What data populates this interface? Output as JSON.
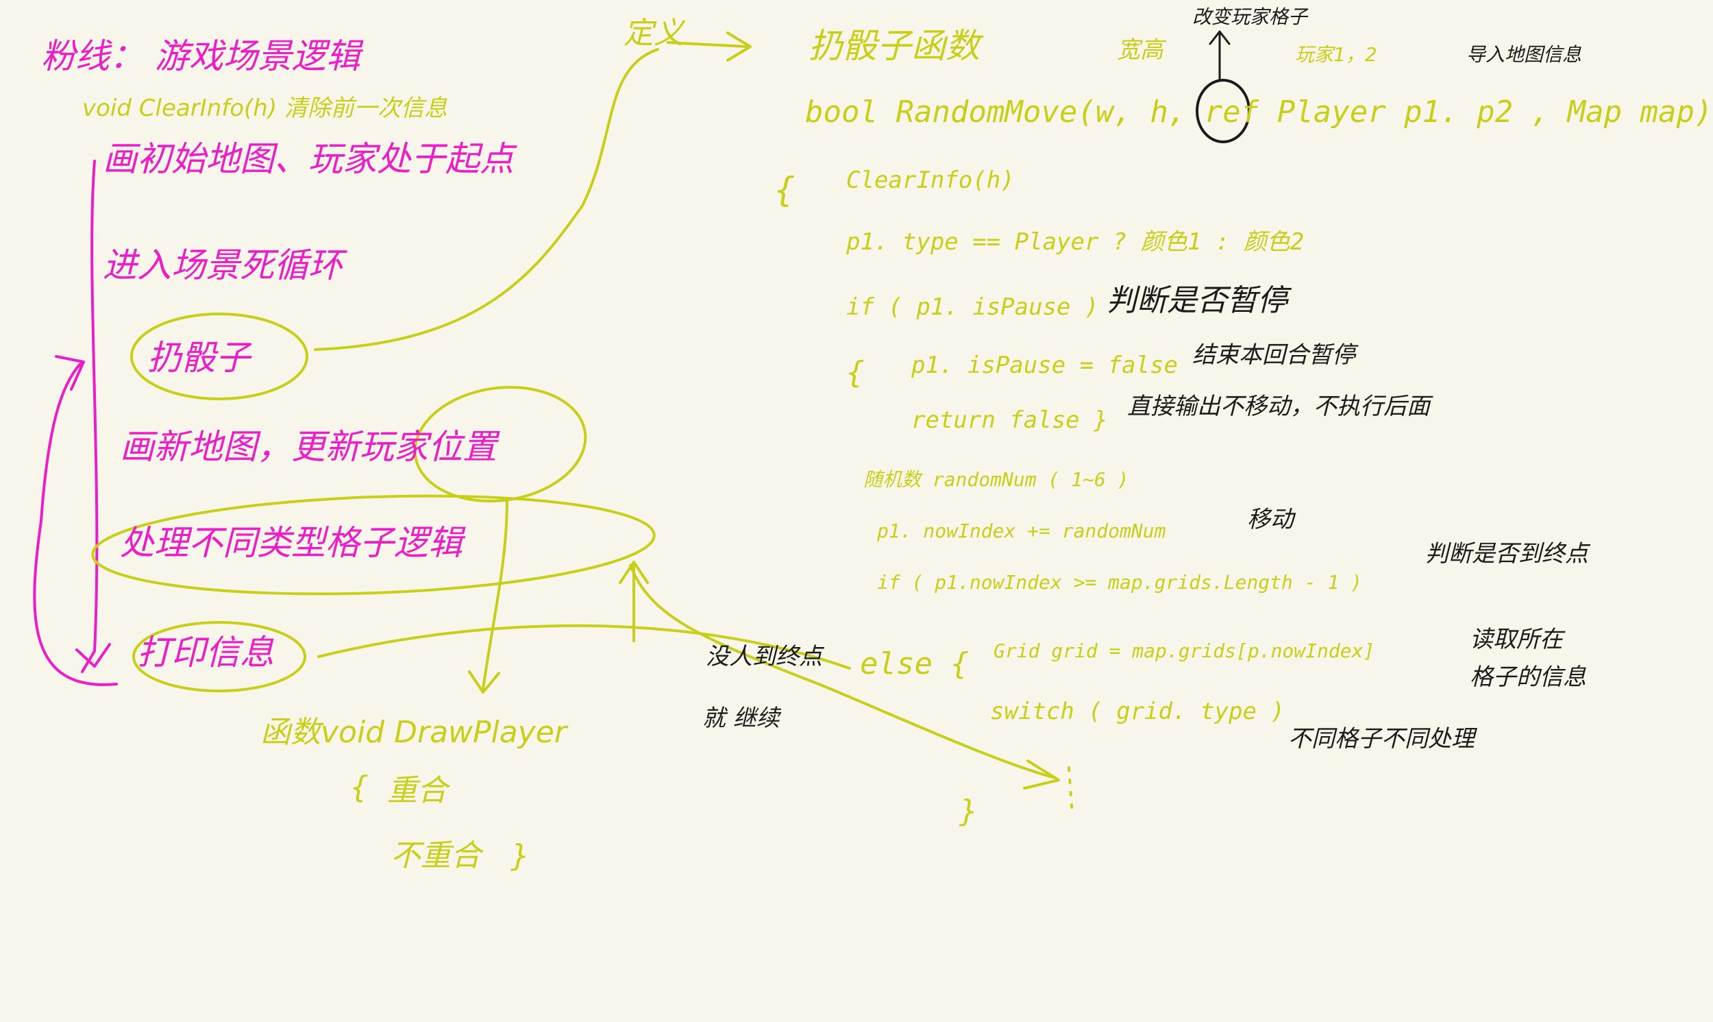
{
  "colors": {
    "magenta": "#ec1cc8",
    "yellow": "#c8cf18",
    "black": "#1b1b1b",
    "paper": "#f8f6ea"
  },
  "left": {
    "title": "粉线：  游戏场景逻辑",
    "clear_info": "void ClearInfo(h) 清除前一次信息",
    "draw_initial": "画初始地图、玩家处于起点",
    "enter_loop": "进入场景死循环",
    "roll_dice": "扔骰子",
    "redraw": "画新地图，更新玩家位置",
    "handle_grid": "处理不同类型格子逻辑",
    "print_info": "打印信息"
  },
  "bottom": {
    "draw_player": "函数void DrawPlayer",
    "brace_open": "{",
    "overlap": "重合",
    "not_overlap": "不重合",
    "brace_close": "}"
  },
  "middle": {
    "define": "定义",
    "not_end_1": "没人到终点",
    "not_end_2": "就 继续"
  },
  "right": {
    "dice_func": "扔骰子函数",
    "width_height": "宽高",
    "change_player_grid": "改变玩家格子",
    "players": "玩家1，2",
    "import_map": "导入地图信息",
    "signature": "bool  RandomMove(w, h,  ref  Player p1. p2 , Map map)",
    "ref": "ref",
    "brace_open": "{",
    "clear_info_call": "ClearInfo(h)",
    "type_check": "p1. type == Player ?  颜色1 : 颜色2",
    "if_pause": "if ( p1. isPause )",
    "check_pause": "判断是否暂停",
    "brace2": "{",
    "set_pause": "p1. isPause = false",
    "end_pause": "结束本回合暂停",
    "return_false": "return  false }",
    "direct_output": "直接输出不移动，不执行后面",
    "random_num": "随机数  randomNum  ( 1~6 )",
    "now_index": "p1. nowIndex += randomNum",
    "move": "移动",
    "if_end": "if ( p1.nowIndex >= map.grids.Length - 1 )",
    "check_end": "判断是否到终点",
    "else": "else {",
    "grid_line": "Grid  grid = map.grids[p.nowIndex]",
    "read_grid_1": "读取所在",
    "read_grid_2": "格子的信息",
    "switch": "switch ( grid. type )",
    "diff_handle": "不同格子不同处理",
    "brace_close": "}"
  }
}
